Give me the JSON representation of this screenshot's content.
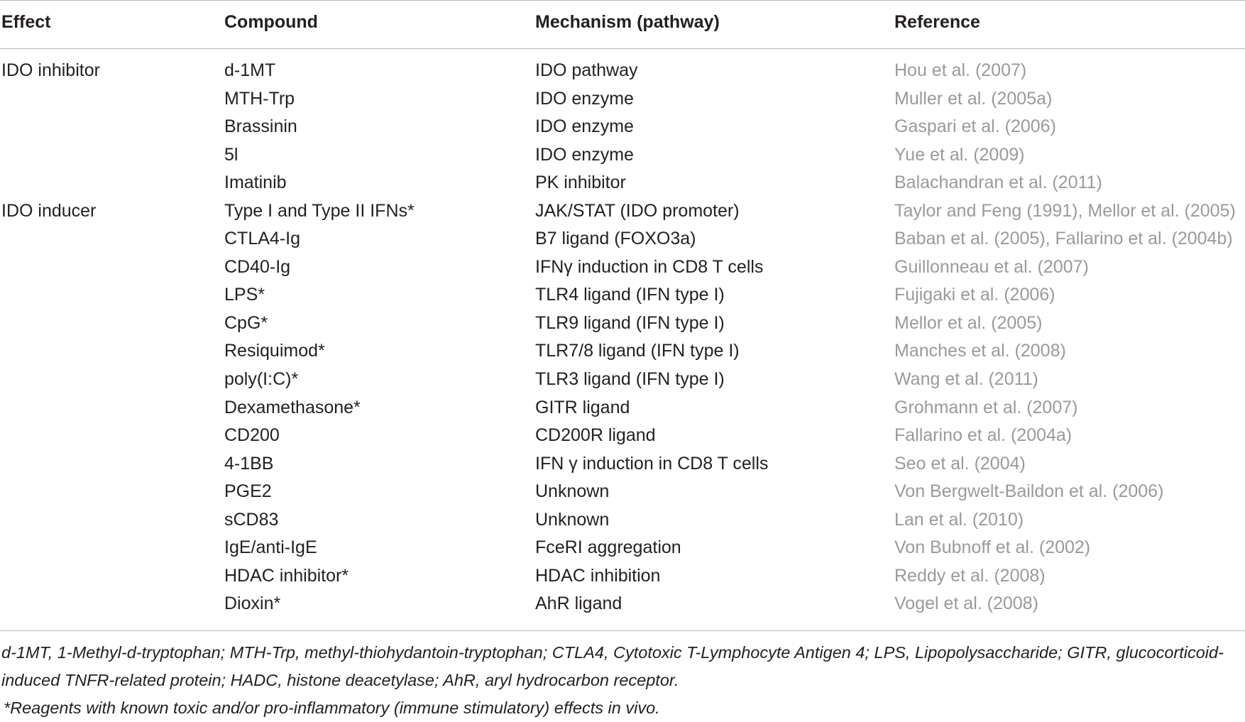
{
  "table": {
    "headers": {
      "effect": "Effect",
      "compound": "Compound",
      "mechanism": "Mechanism (pathway)",
      "reference": "Reference"
    },
    "rows": [
      {
        "effect": "IDO inhibitor",
        "compound": "d-1MT",
        "mechanism": "IDO pathway",
        "reference": "Hou et al. (2007)"
      },
      {
        "effect": "",
        "compound": "MTH-Trp",
        "mechanism": "IDO enzyme",
        "reference": "Muller et al. (2005a)"
      },
      {
        "effect": "",
        "compound": "Brassinin",
        "mechanism": "IDO enzyme",
        "reference": "Gaspari et al. (2006)"
      },
      {
        "effect": "",
        "compound": "5l",
        "mechanism": "IDO enzyme",
        "reference": "Yue et al. (2009)"
      },
      {
        "effect": "",
        "compound": "Imatinib",
        "mechanism": "PK inhibitor",
        "reference": "Balachandran et al. (2011)"
      },
      {
        "effect": "IDO inducer",
        "compound": "Type I and Type II IFNs*",
        "mechanism": "JAK/STAT (IDO promoter)",
        "reference": "Taylor and Feng (1991), Mellor et al. (2005)"
      },
      {
        "effect": "",
        "compound": "CTLA4-Ig",
        "mechanism": "B7 ligand (FOXO3a)",
        "reference": "Baban et al. (2005), Fallarino et al. (2004b)"
      },
      {
        "effect": "",
        "compound": "CD40-Ig",
        "mechanism": "IFNγ induction in CD8 T cells",
        "reference": "Guillonneau et al. (2007)"
      },
      {
        "effect": "",
        "compound": "LPS*",
        "mechanism": "TLR4 ligand (IFN type I)",
        "reference": "Fujigaki et al. (2006)"
      },
      {
        "effect": "",
        "compound": "CpG*",
        "mechanism": "TLR9 ligand (IFN type I)",
        "reference": "Mellor et al. (2005)"
      },
      {
        "effect": "",
        "compound": "Resiquimod*",
        "mechanism": "TLR7/8 ligand (IFN type I)",
        "reference": "Manches et al. (2008)"
      },
      {
        "effect": "",
        "compound": "poly(I:C)*",
        "mechanism": "TLR3 ligand (IFN type I)",
        "reference": "Wang et al. (2011)"
      },
      {
        "effect": "",
        "compound": "Dexamethasone*",
        "mechanism": "GITR ligand",
        "reference": "Grohmann et al. (2007)"
      },
      {
        "effect": "",
        "compound": "CD200",
        "mechanism": "CD200R ligand",
        "reference": "Fallarino et al. (2004a)"
      },
      {
        "effect": "",
        "compound": "4-1BB",
        "mechanism": "IFN γ induction in CD8 T cells",
        "reference": "Seo et al. (2004)"
      },
      {
        "effect": "",
        "compound": "PGE2",
        "mechanism": "Unknown",
        "reference": "Von Bergwelt-Baildon et al. (2006)"
      },
      {
        "effect": "",
        "compound": "sCD83",
        "mechanism": "Unknown",
        "reference": "Lan et al. (2010)"
      },
      {
        "effect": "",
        "compound": "IgE/anti-IgE",
        "mechanism": "FceRI aggregation",
        "reference": "Von Bubnoff et al. (2002)"
      },
      {
        "effect": "",
        "compound": "HDAC inhibitor*",
        "mechanism": "HDAC inhibition",
        "reference": "Reddy et al. (2008)"
      },
      {
        "effect": "",
        "compound": "Dioxin*",
        "mechanism": "AhR ligand",
        "reference": "Vogel et al. (2008)"
      }
    ]
  },
  "footnotes": {
    "abbreviations_line1": "d-1MT, 1-Methyl-d-tryptophan; MTH-Trp, methyl-thiohydantoin-tryptophan; CTLA4, Cytotoxic T-Lymphocyte Antigen 4; LPS, Lipopolysaccharide; GITR, glucocorticoid-",
    "abbreviations_line2": "induced TNFR-related protein; HADC, histone deacetylase; AhR, aryl hydrocarbon receptor.",
    "asterisk_note": "*Reagents with known toxic and/or pro-inflammatory (immune stimulatory) effects in vivo."
  },
  "colors": {
    "text": "#231f20",
    "reference_link": "#9a9a9a",
    "rule": "#b9b9b9"
  }
}
